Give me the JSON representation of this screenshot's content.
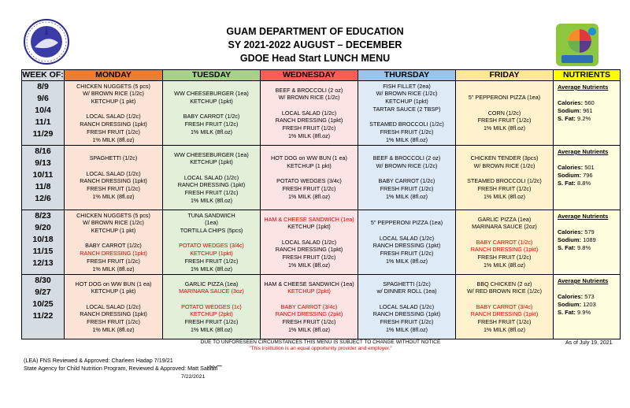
{
  "header": {
    "line1": "GUAM DEPARTMENT OF EDUCATION",
    "line2": "SY 2021-2022 AUGUST – DECEMBER",
    "line3": "GDOE Head Start LUNCH MENU"
  },
  "columns": {
    "week": "WEEK OF:",
    "mon": "MONDAY",
    "tue": "TUESDAY",
    "wed": "WEDNESDAY",
    "thu": "THURSDAY",
    "fri": "FRIDAY",
    "nut": "NUTRIENTS"
  },
  "weeks": [
    {
      "dates": [
        "8/9",
        "9/6",
        "10/4",
        "11/1",
        "11/29"
      ],
      "mon": [
        {
          "t": "CHICKEN NUGGETS (5 pcs)"
        },
        {
          "t": "W/ BROWN RICE (1/2c)"
        },
        {
          "t": "KETCHUP (1 pkt)"
        },
        {
          "t": ""
        },
        {
          "t": "LOCAL SALAD (1/2c)"
        },
        {
          "t": "RANCH DRESSING (1pkt)"
        },
        {
          "t": "FRESH FRUIT (1/2c)"
        },
        {
          "t": "1% MILK (8fl.oz)"
        }
      ],
      "tue": [
        {
          "t": "WW CHEESEBURGER (1ea)"
        },
        {
          "t": "KETCHUP (1pkt)"
        },
        {
          "t": ""
        },
        {
          "t": "BABY CARROT (1/2c)"
        },
        {
          "t": "FRESH FRUIT (1/2c)"
        },
        {
          "t": "1% MILK (8fl.oz)"
        }
      ],
      "wed": [
        {
          "t": "BEEF & BROCCOLI (2 oz)"
        },
        {
          "t": "W/ BROWN RICE (1/2c)"
        },
        {
          "t": ""
        },
        {
          "t": "LOCAL SALAD (1/2c)"
        },
        {
          "t": "RANCH DRESSING (1pkt)"
        },
        {
          "t": "FRESH FRUIT (1/2c)"
        },
        {
          "t": "1% MILK (8fl.oz)"
        }
      ],
      "thu": [
        {
          "t": "FISH FILLET (2ea)"
        },
        {
          "t": "W/ BROWN RICE (1/2c)"
        },
        {
          "t": "KETCHUP (1pkt)"
        },
        {
          "t": "TARTAR SAUCE (2 TBSP)"
        },
        {
          "t": ""
        },
        {
          "t": "STEAMED BROCCOLI (1/2c)"
        },
        {
          "t": "FRESH FRUIT (1/2c)"
        },
        {
          "t": "1% MILK (8fl.oz)"
        }
      ],
      "fri": [
        {
          "t": "5\" PEPPERONI PIZZA (1ea)"
        },
        {
          "t": ""
        },
        {
          "t": "CORN (1/2c)"
        },
        {
          "t": "FRESH FRUIT (1/2c)"
        },
        {
          "t": "1% MILK (8fl.oz)"
        }
      ],
      "nut": {
        "title": "Average Nutrients",
        "cal_label": "Calories:",
        "cal": "560",
        "sod_label": "Sodium:",
        "sod": "961",
        "fat_label": "S. Fat:",
        "fat": "9.2%"
      }
    },
    {
      "dates": [
        "8/16",
        "9/13",
        "10/11",
        "11/8",
        "12/6"
      ],
      "mon": [
        {
          "t": "SPAGHETTI (1/2c)"
        },
        {
          "t": ""
        },
        {
          "t": "LOCAL SALAD (1/2c)"
        },
        {
          "t": "RANCH DRESSING (1pkt)"
        },
        {
          "t": "FRESH FRUIT (1/2c)"
        },
        {
          "t": "1% MILK (8fl.oz)"
        }
      ],
      "tue": [
        {
          "t": "WW CHEESEBURGER (1ea)"
        },
        {
          "t": "KETCHUP (1pkt)"
        },
        {
          "t": ""
        },
        {
          "t": "LOCAL SALAD (1/2c)"
        },
        {
          "t": "RANCH DRESSING (1pkt)"
        },
        {
          "t": "FRESH FRUIT (1/2c)"
        },
        {
          "t": "1% MILK (8fl.oz)"
        }
      ],
      "wed": [
        {
          "t": "HOT DOG on WW BUN (1 ea)"
        },
        {
          "t": "KETCHUP (1 pkt)"
        },
        {
          "t": ""
        },
        {
          "t": "POTATO WEDGES (3/4c)"
        },
        {
          "t": "FRESH FRUIT (1/2c)"
        },
        {
          "t": "1% MILK (8fl.oz)"
        }
      ],
      "thu": [
        {
          "t": "BEEF & BROCCOLI (2 oz)"
        },
        {
          "t": "W/ BROWN RICE (1/2c)"
        },
        {
          "t": ""
        },
        {
          "t": "BABY CARROT (1/2c)"
        },
        {
          "t": "FRESH FRUIT (1/2c)"
        },
        {
          "t": "1% MILK (8fl.oz)"
        }
      ],
      "fri": [
        {
          "t": "CHICKEN TENDER (3pcs)"
        },
        {
          "t": "W/ BROWN RICE (1/2c)"
        },
        {
          "t": ""
        },
        {
          "t": "STEAMED BROCCOLI (1/2c)"
        },
        {
          "t": "FRESH FRUIT (1/2c)"
        },
        {
          "t": "1% MILK (8fl.oz)"
        }
      ],
      "nut": {
        "title": "Average Nutrients",
        "cal_label": "Calories:",
        "cal": "501",
        "sod_label": "Sodium:",
        "sod": "796",
        "fat_label": "S. Fat:",
        "fat": "8.8%"
      }
    },
    {
      "dates": [
        "8/23",
        "9/20",
        "10/18",
        "11/15",
        "12/13"
      ],
      "mon": [
        {
          "t": "CHICKEN NUGGETS (5 pcs)"
        },
        {
          "t": "W/ BROWN RICE (1/2c)"
        },
        {
          "t": "KETCHUP (1 pkt)"
        },
        {
          "t": ""
        },
        {
          "t": "BABY CARROT (1/2c)"
        },
        {
          "t": "RANCH DRESSING (1pkt)",
          "red": true
        },
        {
          "t": "FRESH FRUIT (1/2c)"
        },
        {
          "t": "1% MILK (8fl.oz)"
        }
      ],
      "tue": [
        {
          "t": "TUNA SANDWICH"
        },
        {
          "t": "(1ea)"
        },
        {
          "t": "TORTILLA CHIPS (5pcs)"
        },
        {
          "t": ""
        },
        {
          "t": "POTATO WEDGES (3/4c)",
          "red": true
        },
        {
          "t": "KETCHUP (1pkt)",
          "red": true
        },
        {
          "t": "FRESH FRUIT (1/2c)"
        },
        {
          "t": "1% MILK (8fl.oz)"
        }
      ],
      "wed": [
        {
          "t": "HAM & CHEESE SANDWICH (1ea)",
          "red": true
        },
        {
          "t": "KETCHUP (1pkt)"
        },
        {
          "t": ""
        },
        {
          "t": "LOCAL SALAD (1/2c)"
        },
        {
          "t": "RANCH DRESSING (1pkt)"
        },
        {
          "t": "FRESH FRUIT (1/2c)"
        },
        {
          "t": "1% MILK (8fl.oz)"
        }
      ],
      "thu": [
        {
          "t": "5\" PEPPERONI PIZZA (1ea)"
        },
        {
          "t": ""
        },
        {
          "t": "LOCAL SALAD (1/2c)"
        },
        {
          "t": "RANCH DRESSING (1pkt)"
        },
        {
          "t": "FRESH FRUIT (1/2c)"
        },
        {
          "t": "1% MILK (8fl.oz)"
        }
      ],
      "fri": [
        {
          "t": "GARLIC PIZZA (1ea)"
        },
        {
          "t": "MARINARA SAUCE (2oz)"
        },
        {
          "t": ""
        },
        {
          "t": "BABY CARROT (1/2c)",
          "red": true
        },
        {
          "t": "RANCH DRESSING (1pkt)",
          "red": true
        },
        {
          "t": "FRESH FRUIT (1/2c)"
        },
        {
          "t": "1% MILK (8fl.oz)"
        }
      ],
      "nut": {
        "title": "Average Nutrients",
        "cal_label": "Calories:",
        "cal": "579",
        "sod_label": "Sodium:",
        "sod": "1089",
        "fat_label": "S. Fat:",
        "fat": "9.8%"
      }
    },
    {
      "dates": [
        "8/30",
        "9/27",
        "10/25",
        "11/22"
      ],
      "mon": [
        {
          "t": "HOT DOG on WW BUN (1 ea)"
        },
        {
          "t": "KETCHUP (1 pkt)"
        },
        {
          "t": ""
        },
        {
          "t": "LOCAL SALAD (1/2c)"
        },
        {
          "t": "RANCH DRESSING (1pkt)"
        },
        {
          "t": "FRESH FRUIT (1/2c)"
        },
        {
          "t": "1% MILK (8fl.oz)"
        }
      ],
      "tue": [
        {
          "t": "GARLIC PIZZA (1ea)"
        },
        {
          "t": "MARINARA SAUCE (3oz)",
          "red": true
        },
        {
          "t": ""
        },
        {
          "t": "POTATO WEDGES (1c)",
          "red": true
        },
        {
          "t": "KETCHUP (2pkt)",
          "red": true
        },
        {
          "t": "FRESH FRUIT (1/2c)"
        },
        {
          "t": "1% MILK (8fl.oz)"
        }
      ],
      "wed": [
        {
          "t": "HAM & CHEESE SANDWICH (1ea)"
        },
        {
          "t": "KETCHUP (2pkt)",
          "red": true
        },
        {
          "t": ""
        },
        {
          "t": "BABY CARROT (3/4c)",
          "red": true
        },
        {
          "t": "RANCH DRESSING (2pkt)",
          "red": true
        },
        {
          "t": "FRESH FRUIT (1/2c)"
        },
        {
          "t": "1% MILK (8fl.oz)"
        }
      ],
      "thu": [
        {
          "t": "SPAGHETTI (1/2c)"
        },
        {
          "t": "w/ DINNER ROLL (1ea)"
        },
        {
          "t": ""
        },
        {
          "t": "LOCAL SALAD (1/2c)"
        },
        {
          "t": "RANCH DRESSING (1pkt)"
        },
        {
          "t": "FRESH FRUIT (1/2c)"
        },
        {
          "t": "1% MILK (8fl.oz)"
        }
      ],
      "fri": [
        {
          "t": "BBQ CHICKEN (2 oz)"
        },
        {
          "t": "W/ RED BROWN RICE (1/2c)"
        },
        {
          "t": ""
        },
        {
          "t": "BABY CARROT (3/4c)",
          "red": true
        },
        {
          "t": "RANCH DRESSING (1pkt)",
          "red": true
        },
        {
          "t": "FRESH FRUIT (1/2c)"
        },
        {
          "t": "1% MILK (8fl.oz)"
        }
      ],
      "nut": {
        "title": "Average Nutrients",
        "cal_label": "Calories:",
        "cal": "573",
        "sod_label": "Sodium:",
        "sod": "1203",
        "fat_label": "S. Fat:",
        "fat": "9.9%"
      }
    }
  ],
  "notice1": "DUE TO UNFORESEEN CIRCUMSTANCES THIS MENU IS SUBJECT TO CHANGE WITHOUT NOTICE",
  "notice2": "\"This institution is an equal opportunity provider and employer.\"",
  "as_of": "As of July 19, 2021",
  "footer1": "(LEA) FNS Reviewed & Approved: Charleen Hadap 7/19/21",
  "footer2": "State Agency for Child Nutrition Program, Reviewed & Approved: Matt Sablan",
  "footer_date": "7/22/2021",
  "colors": {
    "notice_red": "#e00000",
    "red_text": "#e00000",
    "monday": "#ed7d31",
    "tuesday": "#a9d18e",
    "wednesday": "#ff5b5b",
    "thursday": "#9dc3e6",
    "friday": "#ffe699",
    "nutrients": "#ffff00"
  },
  "icons": {
    "left_logo": "guam-doe-seal-icon",
    "right_logo": "myplate-icon"
  }
}
